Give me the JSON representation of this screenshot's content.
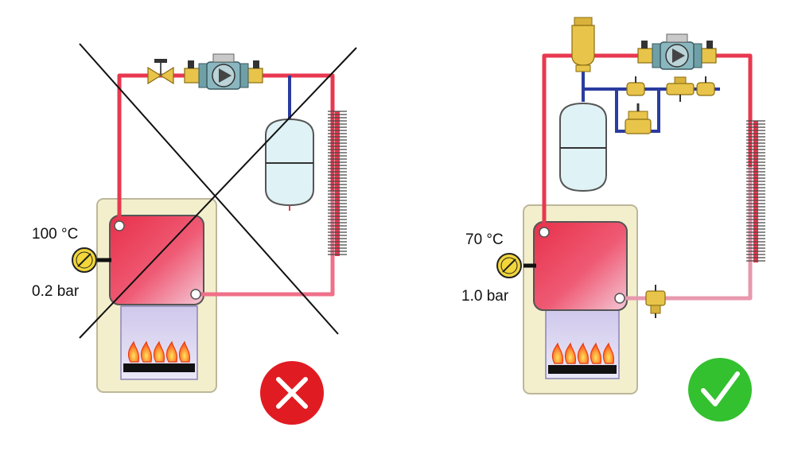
{
  "colors": {
    "hot_pipe": "#e8384f",
    "return_pipe": "#e88aa3",
    "cold_pipe": "#2a3c9e",
    "boiler_case": "#f3efcd",
    "valve_brass": "#e8c44a",
    "wrong": "#e11b22",
    "correct": "#33c12f"
  },
  "icons": [
    "circulator-pump-icon",
    "expansion-vessel-icon",
    "pressure-gauge-icon",
    "burner-flame-icon",
    "check-mark-icon",
    "cross-mark-icon"
  ],
  "left": {
    "temperature": "100 °C",
    "pressure": "0.2 bar",
    "status": "incorrect"
  },
  "right": {
    "temperature": "70 °C",
    "pressure": "1.0 bar",
    "status": "correct"
  }
}
